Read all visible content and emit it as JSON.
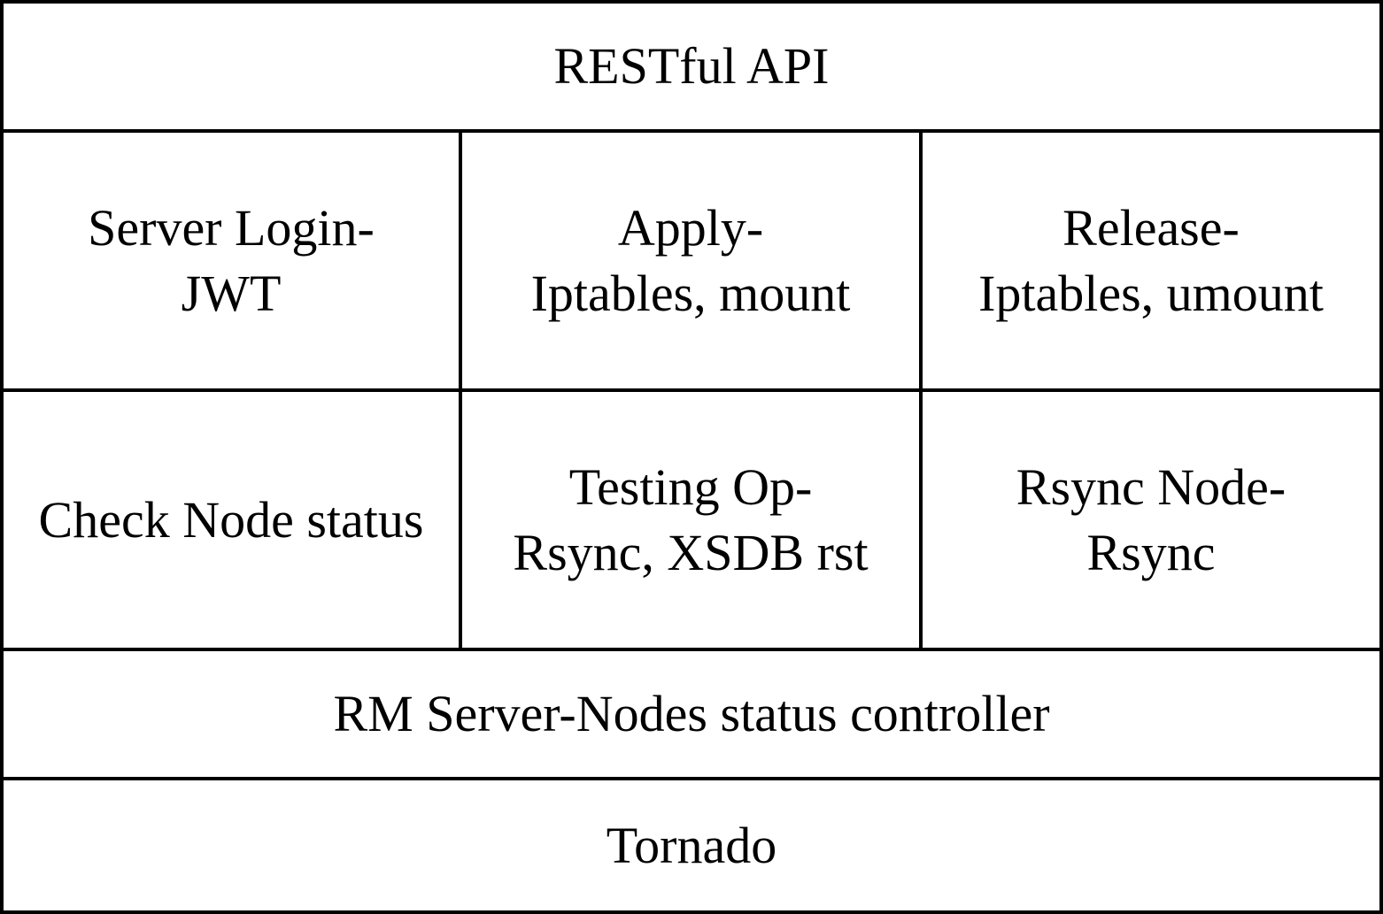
{
  "layers": {
    "api": "RESTful API",
    "row1": [
      {
        "line1": "Server Login-",
        "line2": "JWT"
      },
      {
        "line1": "Apply-",
        "line2": "Iptables, mount"
      },
      {
        "line1": "Release-",
        "line2": "Iptables, umount"
      }
    ],
    "row2": [
      {
        "line1": "Check Node status",
        "line2": ""
      },
      {
        "line1": "Testing Op-",
        "line2": "Rsync, XSDB rst"
      },
      {
        "line1": "Rsync Node-",
        "line2": "Rsync"
      }
    ],
    "controller": "RM Server-Nodes status controller",
    "framework": "Tornado"
  },
  "colors": {
    "border": "#000000",
    "background": "#ffffff",
    "text": "#000000"
  }
}
